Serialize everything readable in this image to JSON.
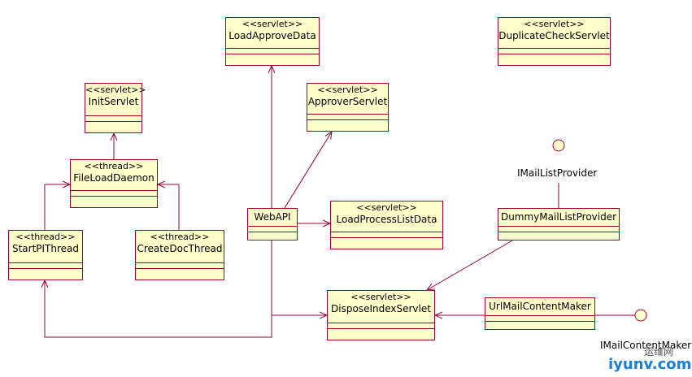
{
  "classes": {
    "load_approve_data": {
      "stereotype": "<<servlet>>",
      "name": "LoadApproveData"
    },
    "duplicate_check_servlet": {
      "stereotype": "<<servlet>>",
      "name": "DuplicateCheckServlet"
    },
    "init_servlet": {
      "stereotype": "<<servlet>>",
      "name": "InitServlet"
    },
    "approver_servlet": {
      "stereotype": "<<servlet>>",
      "name": "ApproverServlet"
    },
    "file_load_daemon": {
      "stereotype": "<<thread>>",
      "name": "FileLoadDaemon"
    },
    "web_api": {
      "stereotype": "",
      "name": "WebAPI"
    },
    "load_process_list_data": {
      "stereotype": "<<servlet>>",
      "name": "LoadProcessListData"
    },
    "dummy_mail_list_provider": {
      "stereotype": "",
      "name": "DummyMailListProvider"
    },
    "start_pi_thread": {
      "stereotype": "<<thread>>",
      "name": "StartPIThread"
    },
    "create_doc_thread": {
      "stereotype": "<<thread>>",
      "name": "CreateDocThread"
    },
    "dispose_index_servlet": {
      "stereotype": "<<servlet>>",
      "name": "DisposeIndexServlet"
    },
    "url_mail_content_maker": {
      "stereotype": "",
      "name": "UrlMailContentMaker"
    }
  },
  "interfaces": {
    "imail_list_provider": "IMailListProvider",
    "imail_content_maker": "IMailContentMaker"
  },
  "watermark": {
    "text": "iyunv.com",
    "subtext": "运维网"
  },
  "colors": {
    "line": "#990033",
    "box_fill": "#ffffcc"
  }
}
